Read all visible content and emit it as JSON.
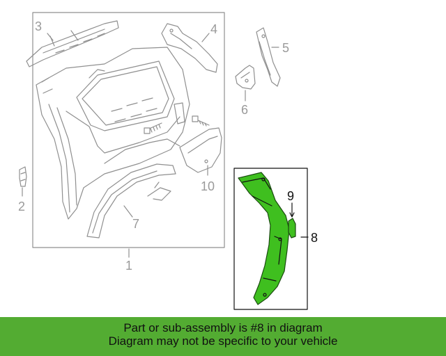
{
  "callouts": {
    "c1": "1",
    "c2": "2",
    "c3": "3",
    "c4": "4",
    "c5": "5",
    "c6": "6",
    "c7": "7",
    "c8": "8",
    "c9": "9",
    "c10": "10"
  },
  "banner": {
    "line1": "Part or sub-assembly is #8 in diagram",
    "line2": "Diagram may not be specific to your vehicle"
  },
  "colors": {
    "highlight": "#3fbf1f",
    "banner": "#53ac32",
    "linework": "#8f8f8f"
  }
}
